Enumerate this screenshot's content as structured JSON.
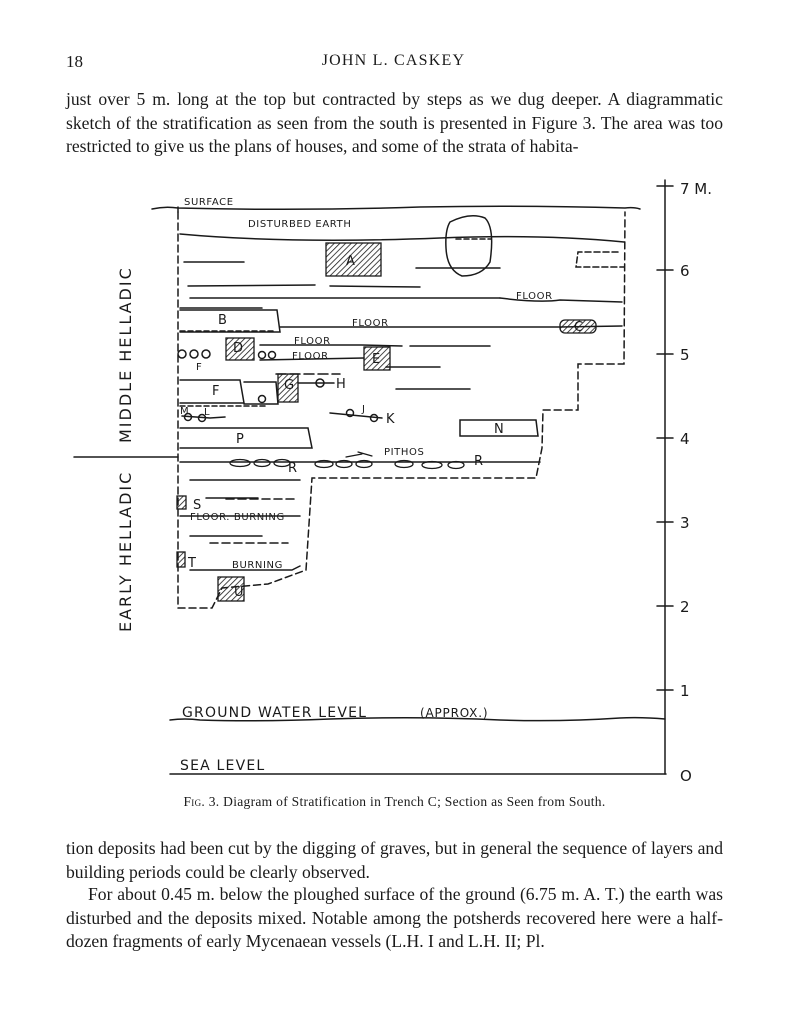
{
  "header": {
    "page_number": "18",
    "running_head": "JOHN L. CASKEY"
  },
  "paragraphs": {
    "top": "just over 5 m. long at the top but contracted by steps as we dug deeper. A diagrammatic sketch of the stratification as seen from the south is presented in Figure 3. The area was too restricted to give us the plans of houses, and some of the strata of habita-",
    "continued": "tion deposits had been cut by the digging of graves, but in general the sequence of layers and building periods could be clearly observed.",
    "next": "For about 0.45 m. below the ploughed surface of the ground (6.75 m. A. T.) the earth was disturbed and the deposits mixed. Notable among the potsherds recovered here were a half-dozen fragments of early Mycenaean vessels (L.H. I and L.H. II; Pl."
  },
  "figure": {
    "caption_label": "Fig. 3.",
    "caption_text": "Diagram of Stratification in Trench C; Section as Seen from South.",
    "periods": {
      "upper": "MIDDLE HELLADIC",
      "lower": "EARLY HELLADIC"
    },
    "labels": {
      "surface": "SURFACE",
      "disturbed": "DISTURBED EARTH",
      "floor": "FLOOR",
      "floor_burning": "FLOOR. BURNING",
      "burning": "BURNING",
      "pithos": "PITHOS",
      "groundwater": "GROUND WATER LEVEL",
      "groundwater_note": "(APPROX.)",
      "sea_level": "SEA LEVEL"
    },
    "deposits": {
      "A": "A",
      "B": "B",
      "C": "C",
      "D": "D",
      "E": "E",
      "F": "F",
      "F2": "F",
      "G": "G",
      "H": "H",
      "J": "J",
      "K": "K",
      "L": "L",
      "M": "M",
      "N": "N",
      "P": "P",
      "R": "R",
      "R2": "R",
      "S": "S",
      "T": "T",
      "U": "U"
    },
    "scale": {
      "m7": "7 M.",
      "m6": "6",
      "m5": "5",
      "m4": "4",
      "m3": "3",
      "m2": "2",
      "m1": "1",
      "m0": "O"
    }
  }
}
